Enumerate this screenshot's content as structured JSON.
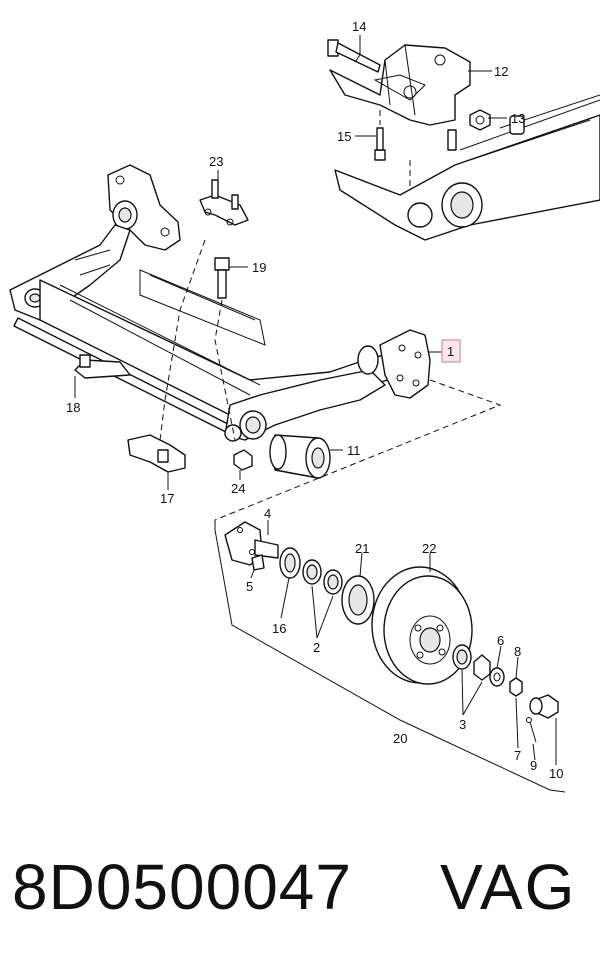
{
  "diagram": {
    "callouts": [
      "14",
      "12",
      "13",
      "15",
      "23",
      "19",
      "1",
      "18",
      "11",
      "17",
      "24",
      "4",
      "21",
      "22",
      "5",
      "16",
      "2",
      "6",
      "8",
      "3",
      "20",
      "7",
      "9",
      "10"
    ],
    "highlighted_callout": "1"
  },
  "caption": {
    "part_number": "8D0500047",
    "brand": "VAG"
  }
}
